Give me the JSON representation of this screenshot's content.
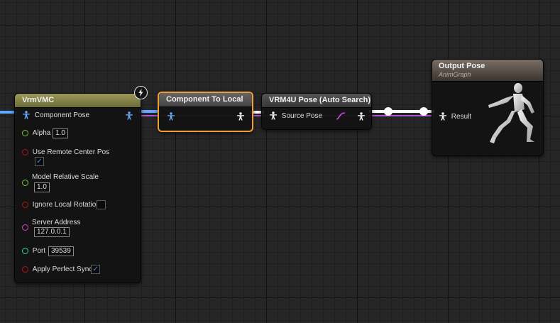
{
  "nodes": {
    "vrmvmc": {
      "title": "VrmVMC",
      "pins": {
        "component_pose": "Component Pose",
        "alpha_label": "Alpha",
        "alpha_value": "1.0",
        "use_remote_center_pos": "Use Remote Center Pos",
        "model_relative_scale_label": "Model Relative Scale",
        "model_relative_scale_value": "1.0",
        "ignore_local_rotation": "Ignore Local Rotation",
        "server_address_label": "Server Address",
        "server_address_value": "127.0.0.1",
        "port_label": "Port",
        "port_value": "39539",
        "apply_perfect_sync": "Apply Perfect Sync"
      },
      "checkboxes": {
        "use_remote_center_pos": true,
        "ignore_local_rotation": false,
        "apply_perfect_sync": true
      }
    },
    "component_to_local": {
      "title": "Component To Local"
    },
    "vrm4u_pose": {
      "title": "VRM4U Pose (Auto Search)",
      "pins": {
        "source_pose": "Source Pose"
      }
    },
    "output_pose": {
      "title": "Output Pose",
      "subtitle": "AnimGraph",
      "pins": {
        "result": "Result"
      }
    }
  },
  "icons": {
    "pose_pin": "person-icon",
    "bool_pin": "circle-pin-icon",
    "fast_path": "lightning-icon",
    "check": "✓"
  },
  "colors": {
    "graph_background": "#262626",
    "vrmvmc_header": "#848247",
    "component_to_local_header": "#5a5a5a",
    "vrm4u_header": "#4a4a4a",
    "output_pose_header": "#6e6258",
    "selection_outline": "#f0a030",
    "pose_wire_blue": "#5fa8ff",
    "pose_wire_white": "#ffffff",
    "wire_purple": "#b050d0",
    "float_pin": "#7ec83a",
    "bool_pin": "#b01515",
    "string_pin": "#e040c0",
    "int_pin": "#2fd8b0"
  }
}
